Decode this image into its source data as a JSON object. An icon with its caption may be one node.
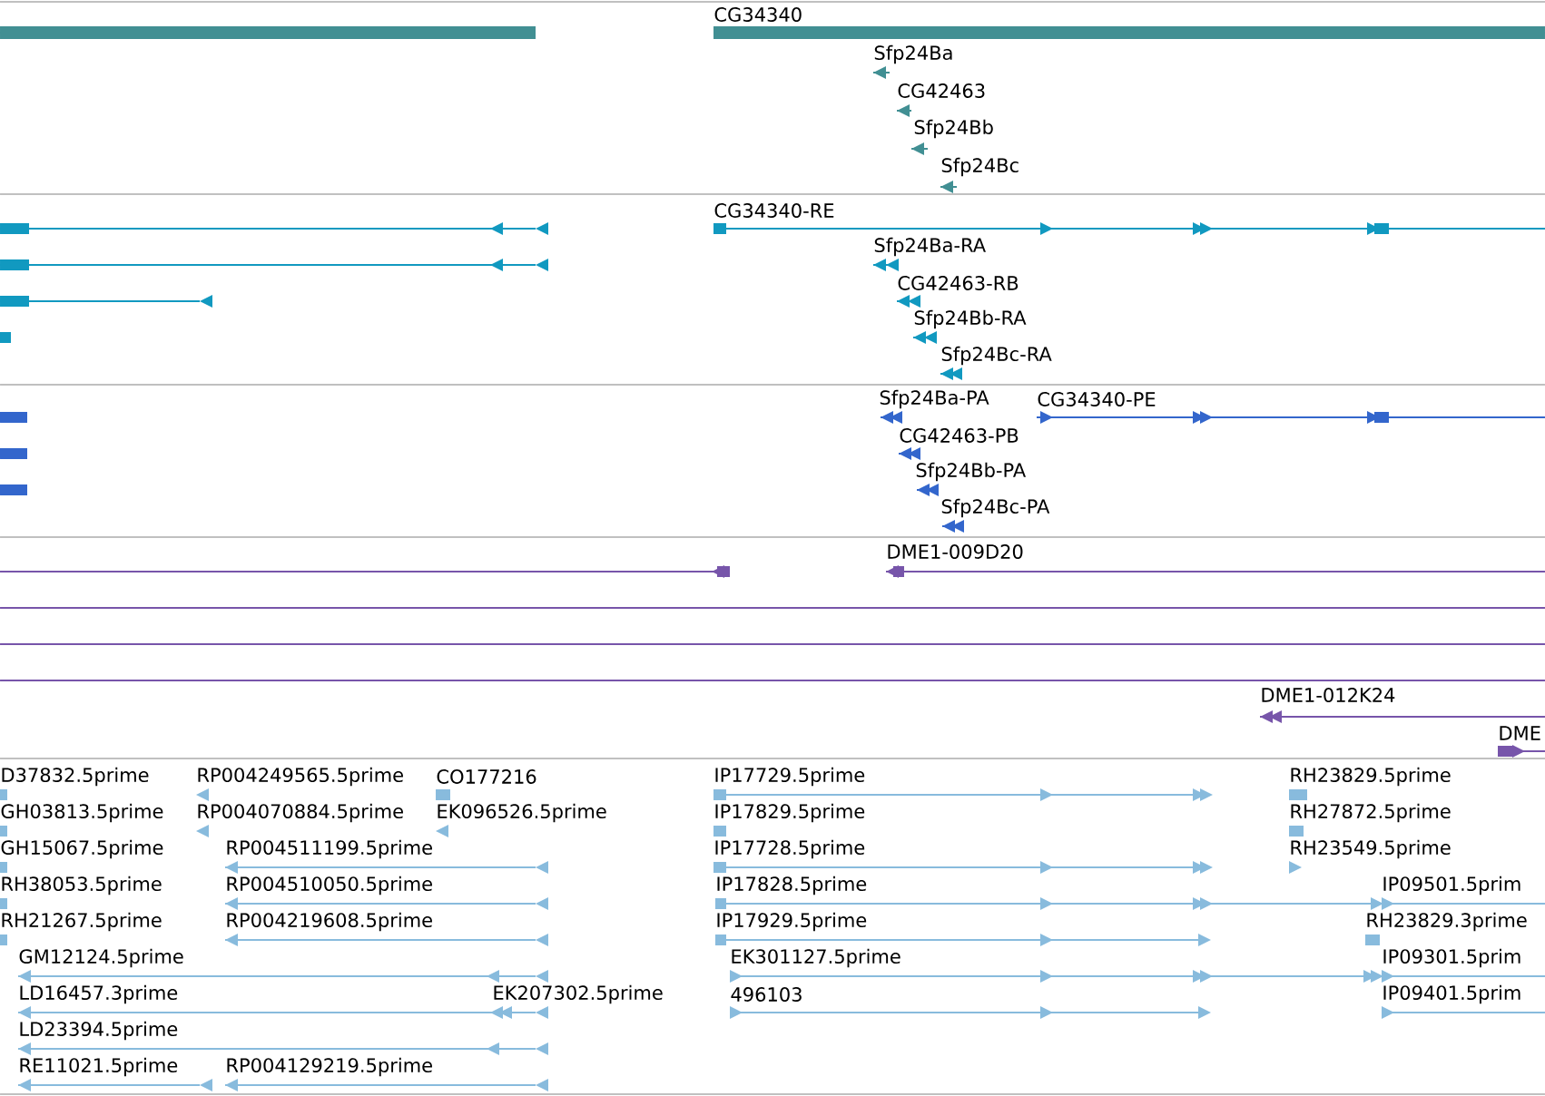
{
  "diagram": {
    "labels": [
      "CG34340",
      "Sfp24Ba",
      "CG42463",
      "Sfp24Bb",
      "Sfp24Bc",
      "CG34340-RE",
      "Sfp24Ba-RA",
      "CG42463-RB",
      "Sfp24Bb-RA",
      "Sfp24Bc-RA",
      "Sfp24Ba-PA",
      "CG34340-PE",
      "CG42463-PB",
      "Sfp24Bb-PA",
      "Sfp24Bc-PA",
      "DME1-009D20",
      "DME1-012K24",
      "DME",
      "D37832.5prime",
      "RP004249565.5prime",
      "CO177216",
      "IP17729.5prime",
      "RH23829.5prime",
      "GH03813.5prime",
      "RP004070884.5prime",
      "EK096526.5prime",
      "IP17829.5prime",
      "RH27872.5prime",
      "GH15067.5prime",
      "RP004511199.5prime",
      "IP17728.5prime",
      "RH23549.5prime",
      "RH38053.5prime",
      "RP004510050.5prime",
      "IP17828.5prime",
      "IP09501.5prim",
      "RH21267.5prime",
      "RP004219608.5prime",
      "IP17929.5prime",
      "RH23829.3prime",
      "GM12124.5prime",
      "EK301127.5prime",
      "IP09301.5prim",
      "LD16457.3prime",
      "EK207302.5prime",
      "496103",
      "IP09401.5prim",
      "LD23394.5prime",
      "RE11021.5prime",
      "RP004129219.5prime"
    ]
  }
}
